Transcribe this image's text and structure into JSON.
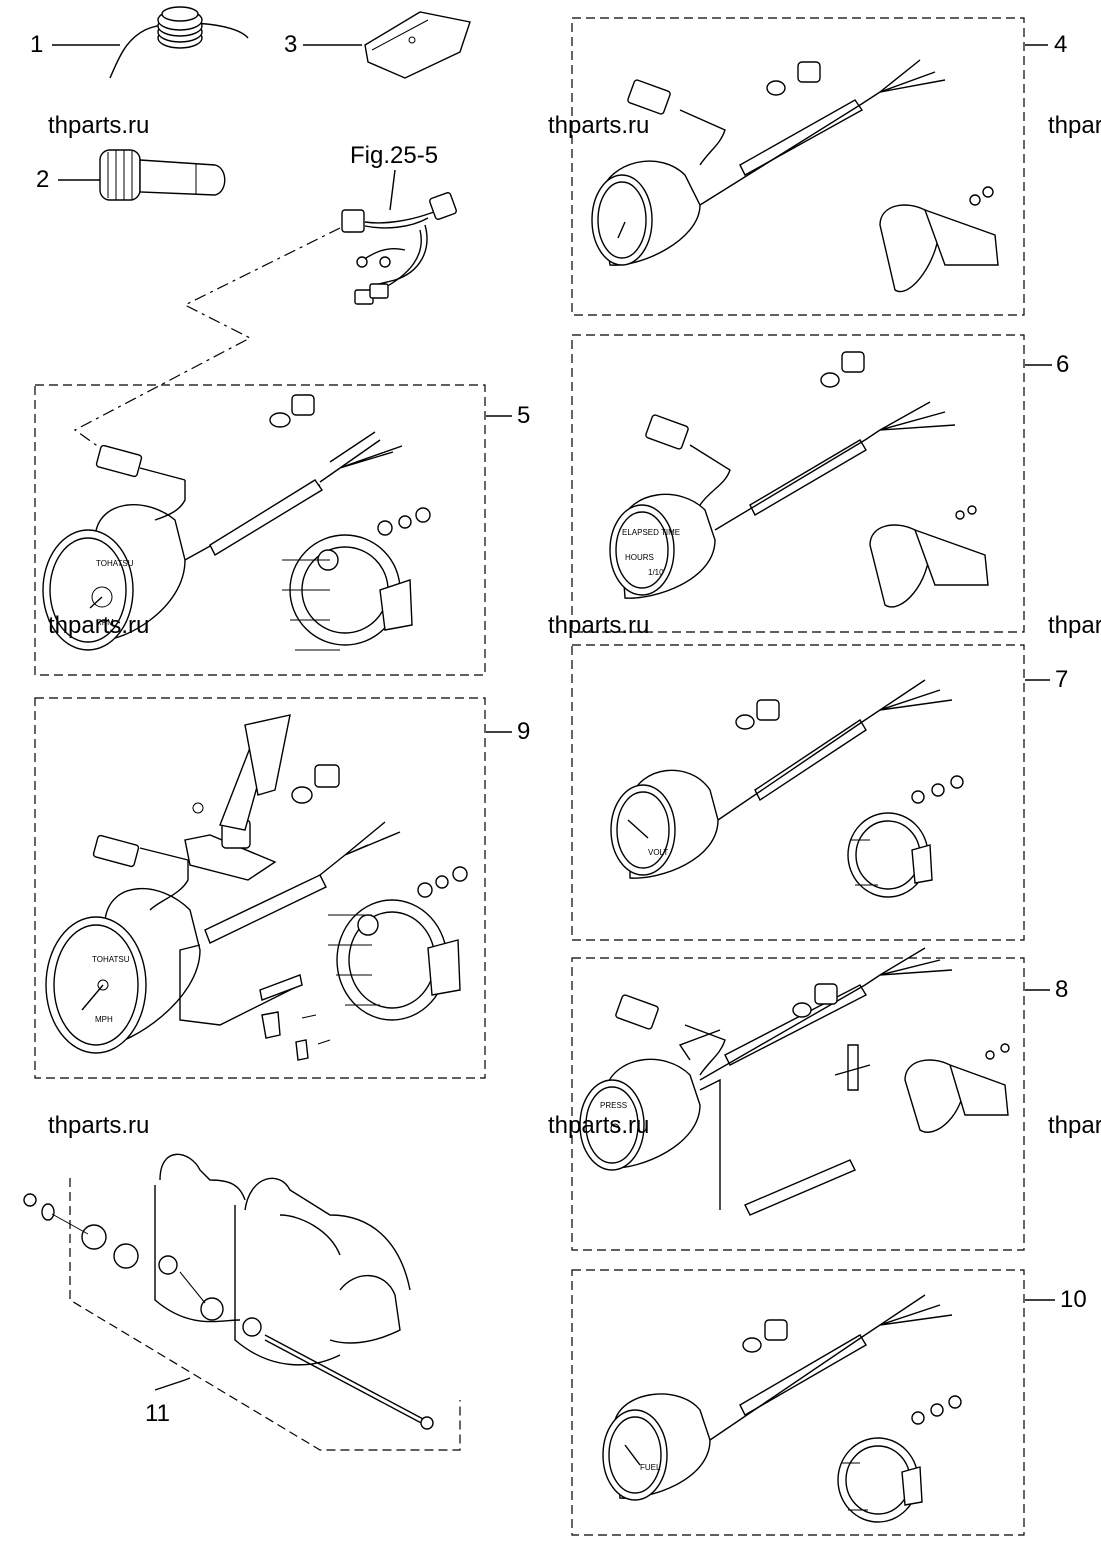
{
  "callouts": {
    "c1": "1",
    "c2": "2",
    "c3": "3",
    "c4": "4",
    "c5": "5",
    "c6": "6",
    "c7": "7",
    "c8": "8",
    "c9": "9",
    "c10": "10",
    "c11": "11"
  },
  "reference": "Fig.25-5",
  "watermark": "thparts.ru",
  "watermark_clipped": "thpar",
  "gauge_labels": {
    "tach_brand": "TOHATSU",
    "tach_unit": "RPM",
    "speedo_unit": "MPH",
    "hour_top": "ELAPSED TIME",
    "hour_bottom": "HOURS",
    "hour_scale": "1/10",
    "volt": "VOLT",
    "fuel": "FUEL",
    "press": "PRESS"
  }
}
